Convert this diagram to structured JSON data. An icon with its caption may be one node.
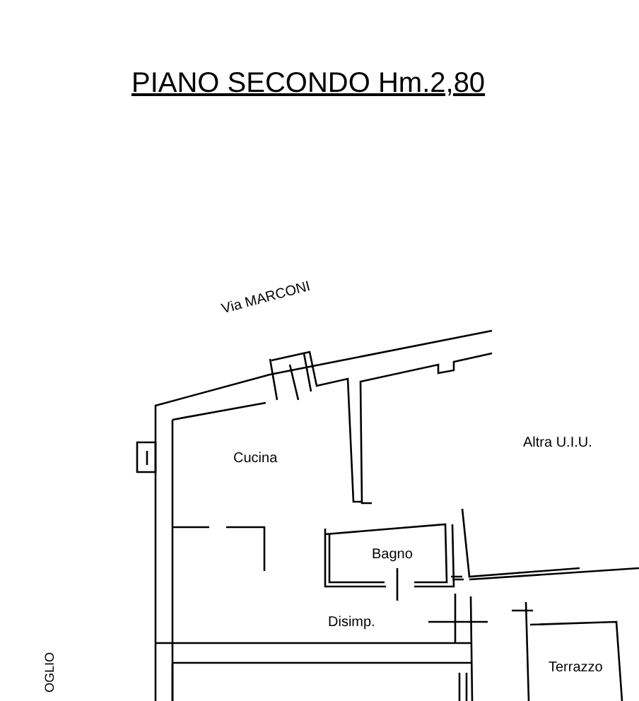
{
  "diagram": {
    "title": "PIANO SECONDO Hm.2,80",
    "labels": [
      "Via MARCONI",
      "Cucina",
      "Altra U.I.U.",
      "Bagno",
      "Disimp.",
      "Terrazzo",
      "OGLIO"
    ]
  }
}
